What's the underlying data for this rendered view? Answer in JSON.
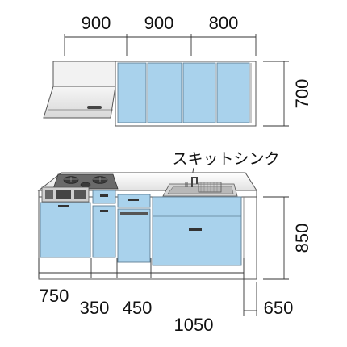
{
  "colors": {
    "door": "#a9d2ec",
    "door_edge": "#5f7f95",
    "carcass": "#ffffff",
    "countertop": "#f0f0f0",
    "hood": "#eeeeee",
    "dimension_line": "#333333"
  },
  "upper_widths": [
    "900",
    "900",
    "800"
  ],
  "upper_height": "700",
  "sink_label": "スキットシンク",
  "lower_height": "850",
  "lower_widths": {
    "w750": "750",
    "w350": "350",
    "w450": "450",
    "w1050": "1050"
  },
  "depth": "650"
}
